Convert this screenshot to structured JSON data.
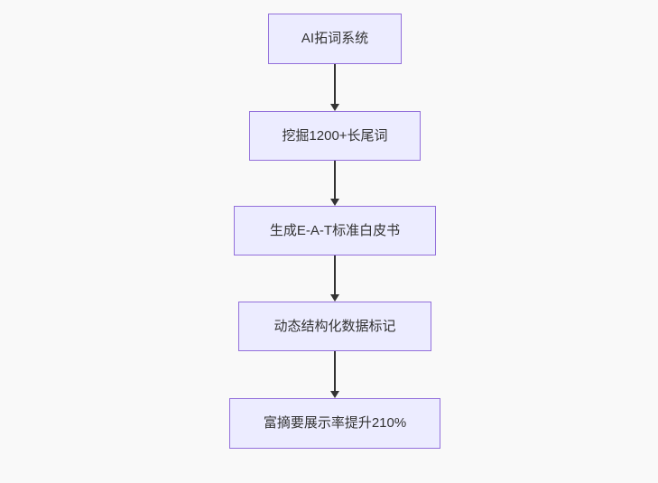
{
  "flowchart": {
    "type": "flowchart-top-down",
    "background_color": "#f9f9f9",
    "node_fill_color": "#ECECFF",
    "node_border_color": "#9370DB",
    "text_color": "#333333",
    "arrow_color": "#333333",
    "nodes": [
      {
        "label": "AI拓词系统"
      },
      {
        "label": "挖掘1200+长尾词"
      },
      {
        "label": "生成E-A-T标准白皮书"
      },
      {
        "label": "动态结构化数据标记"
      },
      {
        "label": "富摘要展示率提升210%"
      }
    ],
    "edges": [
      {
        "from": 0,
        "to": 1
      },
      {
        "from": 1,
        "to": 2
      },
      {
        "from": 2,
        "to": 3
      },
      {
        "from": 3,
        "to": 4
      }
    ]
  }
}
